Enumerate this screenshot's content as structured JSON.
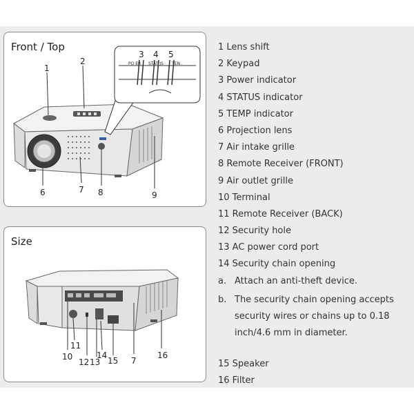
{
  "panels": {
    "front": {
      "title": "Front / Top",
      "callouts": [
        "1",
        "2",
        "6",
        "7",
        "8",
        "9"
      ],
      "zoom": {
        "numbers": [
          "3",
          "4",
          "5"
        ],
        "labels": [
          "PO ER",
          "STAT JS",
          "TEN ."
        ]
      }
    },
    "size": {
      "title": "Size",
      "callouts": [
        "10",
        "11",
        "12",
        "13",
        "14",
        "15",
        "7",
        "16"
      ]
    }
  },
  "legend": [
    {
      "text": "1 Lens shift"
    },
    {
      "text": "2 Keypad"
    },
    {
      "text": "3 Power indicator"
    },
    {
      "text": "4 STATUS indicator"
    },
    {
      "text": "5 TEMP indicator"
    },
    {
      "text": "6 Projection lens"
    },
    {
      "text": "7 Air intake grille"
    },
    {
      "text": "8 Remote Receiver (FRONT)"
    },
    {
      "text": "9 Air outlet grille"
    },
    {
      "text": "10 Terminal"
    },
    {
      "text": "11 Remote Receiver (BACK)"
    },
    {
      "text": "12 Security hole"
    },
    {
      "text": "13 AC power cord port"
    },
    {
      "text": "14 Security chain opening"
    },
    {
      "marker": "a.",
      "text": "Attach an anti-theft device."
    },
    {
      "marker": "b.",
      "text": "The security chain opening accepts security wires or chains up to 0.18 inch/4.6 mm in diameter."
    },
    {
      "text": "15 Speaker"
    },
    {
      "text": "16 Filter"
    }
  ]
}
